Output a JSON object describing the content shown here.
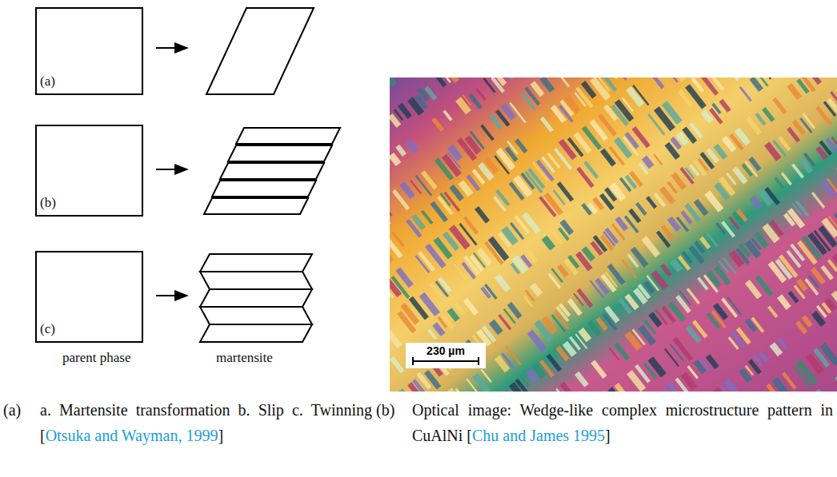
{
  "diagram": {
    "labels": [
      "(a)",
      "(b)",
      "(c)",
      "parent phase",
      "martensite",
      "230 µm",
      "(a)",
      "a. Martensite transformation b. Slip c. Twinning [",
      "Otsuka and Wayman, 1999",
      "]",
      "(b)",
      "Optical image: Wedge-like complex microstructure pattern in CuAlNi [",
      "Chu and James 1995",
      "]"
    ]
  }
}
